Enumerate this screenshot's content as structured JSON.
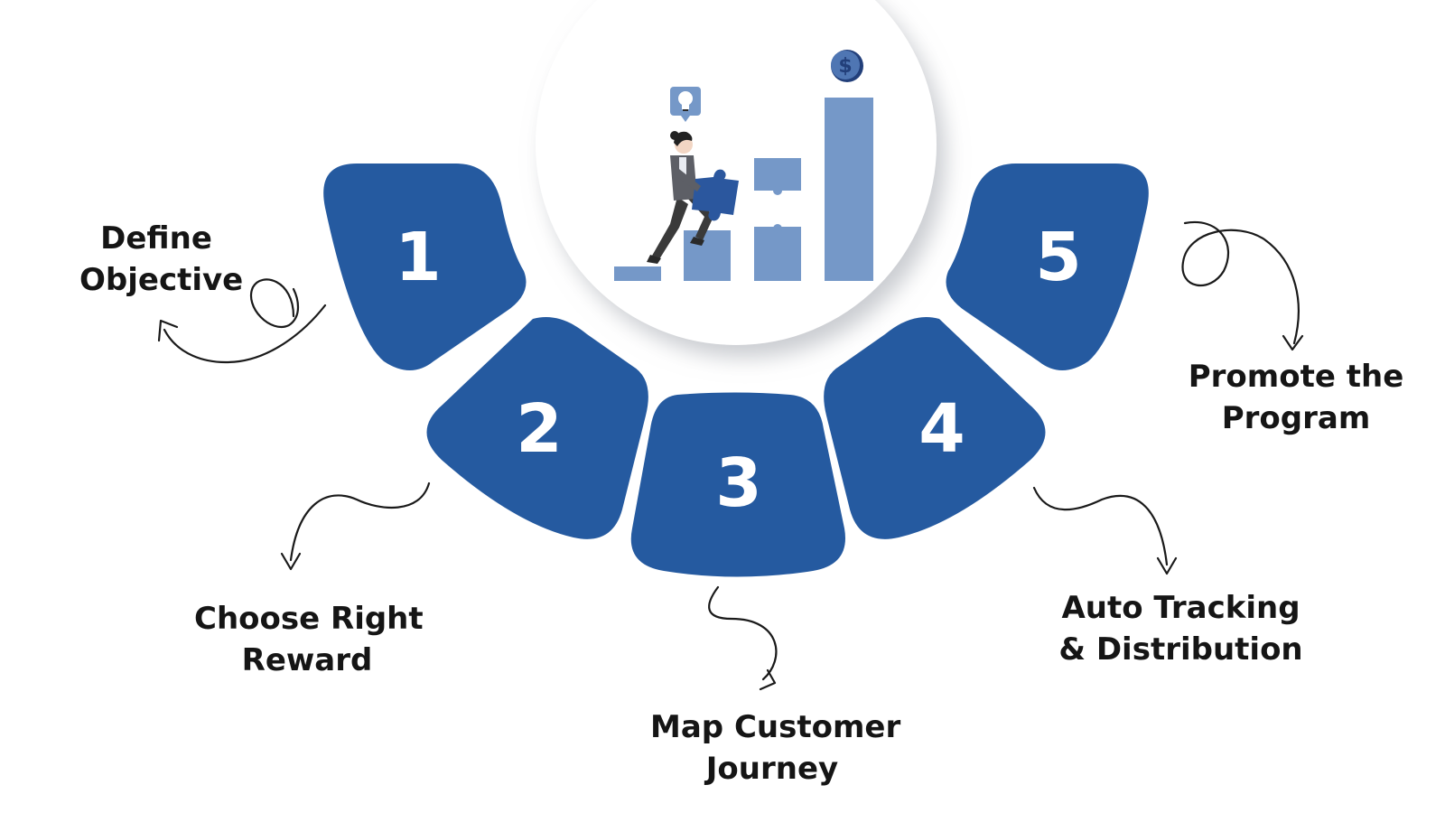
{
  "colors": {
    "petal": "#255aa0",
    "bars": "#7598c8",
    "bars_dark": "#4f76b3",
    "text": "#151515",
    "arrow": "#1a1a1a",
    "circle_shadow": "#cfd2d8"
  },
  "icons": [
    "lightbulb-icon",
    "dollar-coin-icon",
    "puzzle-piece-icon"
  ],
  "steps": [
    {
      "number": "1",
      "label_lines": [
        "Define",
        "Objective"
      ]
    },
    {
      "number": "2",
      "label_lines": [
        "Choose Right",
        "Reward"
      ]
    },
    {
      "number": "3",
      "label_lines": [
        "Map Customer",
        "Journey"
      ]
    },
    {
      "number": "4",
      "label_lines": [
        "Auto Tracking",
        "& Distribution"
      ]
    },
    {
      "number": "5",
      "label_lines": [
        "Promote the",
        "Program"
      ]
    }
  ]
}
